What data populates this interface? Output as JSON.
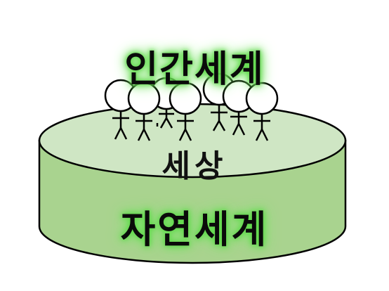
{
  "labels": {
    "human_world": "인간세계",
    "world": "세상",
    "natural_world": "자연세계"
  },
  "colors": {
    "disk_top": "#cfe6c4",
    "disk_side": "#a9d38f",
    "outline": "#000000",
    "glow": "#5fd94a"
  },
  "figures": 8
}
